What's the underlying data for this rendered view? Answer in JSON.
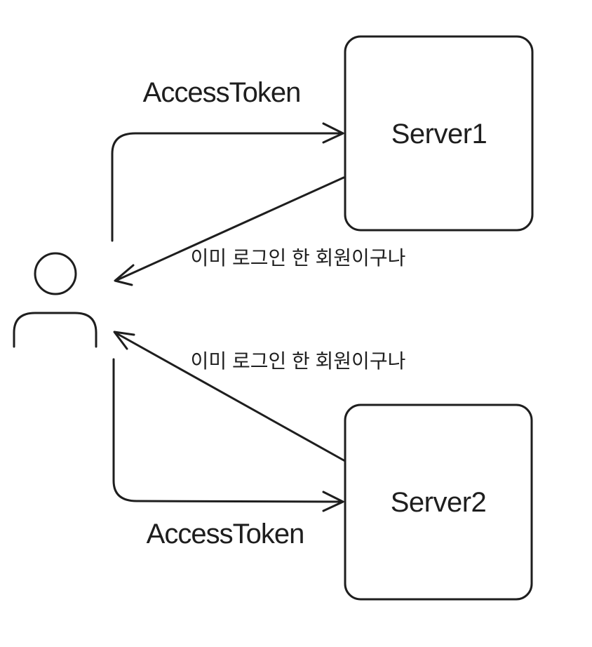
{
  "colors": {
    "ink": "#1e1e1e",
    "bg": "#ffffff"
  },
  "diagram": {
    "type": "flow",
    "style": "hand-drawn",
    "user": {
      "icon": "person-icon",
      "label": ""
    },
    "nodes": [
      {
        "id": "server1",
        "label": "Server1"
      },
      {
        "id": "server2",
        "label": "Server2"
      }
    ],
    "edges": [
      {
        "from": "user",
        "to": "server1",
        "label": "AccessToken"
      },
      {
        "from": "server1",
        "to": "user",
        "label": "이미 로그인 한 회원이구나"
      },
      {
        "from": "server2",
        "to": "user",
        "label": "이미 로그인 한 회원이구나"
      },
      {
        "from": "user",
        "to": "server2",
        "label": "AccessToken"
      }
    ]
  }
}
